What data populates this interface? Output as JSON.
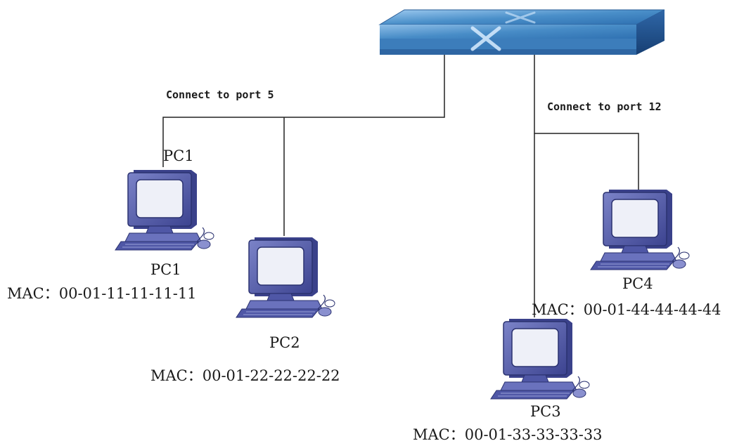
{
  "switch": {
    "icon": "network-switch-icon"
  },
  "port_labels": {
    "left": "Connect to port 5",
    "right": "Connect to port 12"
  },
  "pcs": {
    "pc1": {
      "top_label": "PC1",
      "name": "PC1",
      "mac": "MAC：00-01-11-11-11-11",
      "icon": "computer-icon"
    },
    "pc2": {
      "name": "PC2",
      "mac": "MAC：00-01-22-22-22-22",
      "icon": "computer-icon"
    },
    "pc3": {
      "name": "PC3",
      "mac": "MAC：00-01-33-33-33-33",
      "icon": "computer-icon"
    },
    "pc4": {
      "name": "PC4",
      "mac": "MAC：00-01-44-44-44-44",
      "icon": "computer-icon"
    }
  },
  "colors": {
    "switch_top": "#4a8fc9",
    "switch_side": "#1f4f8c",
    "pc_body": "#4f57a6",
    "pc_dark": "#2b3270",
    "screen": "#eef0f8",
    "cable": "#222222"
  }
}
